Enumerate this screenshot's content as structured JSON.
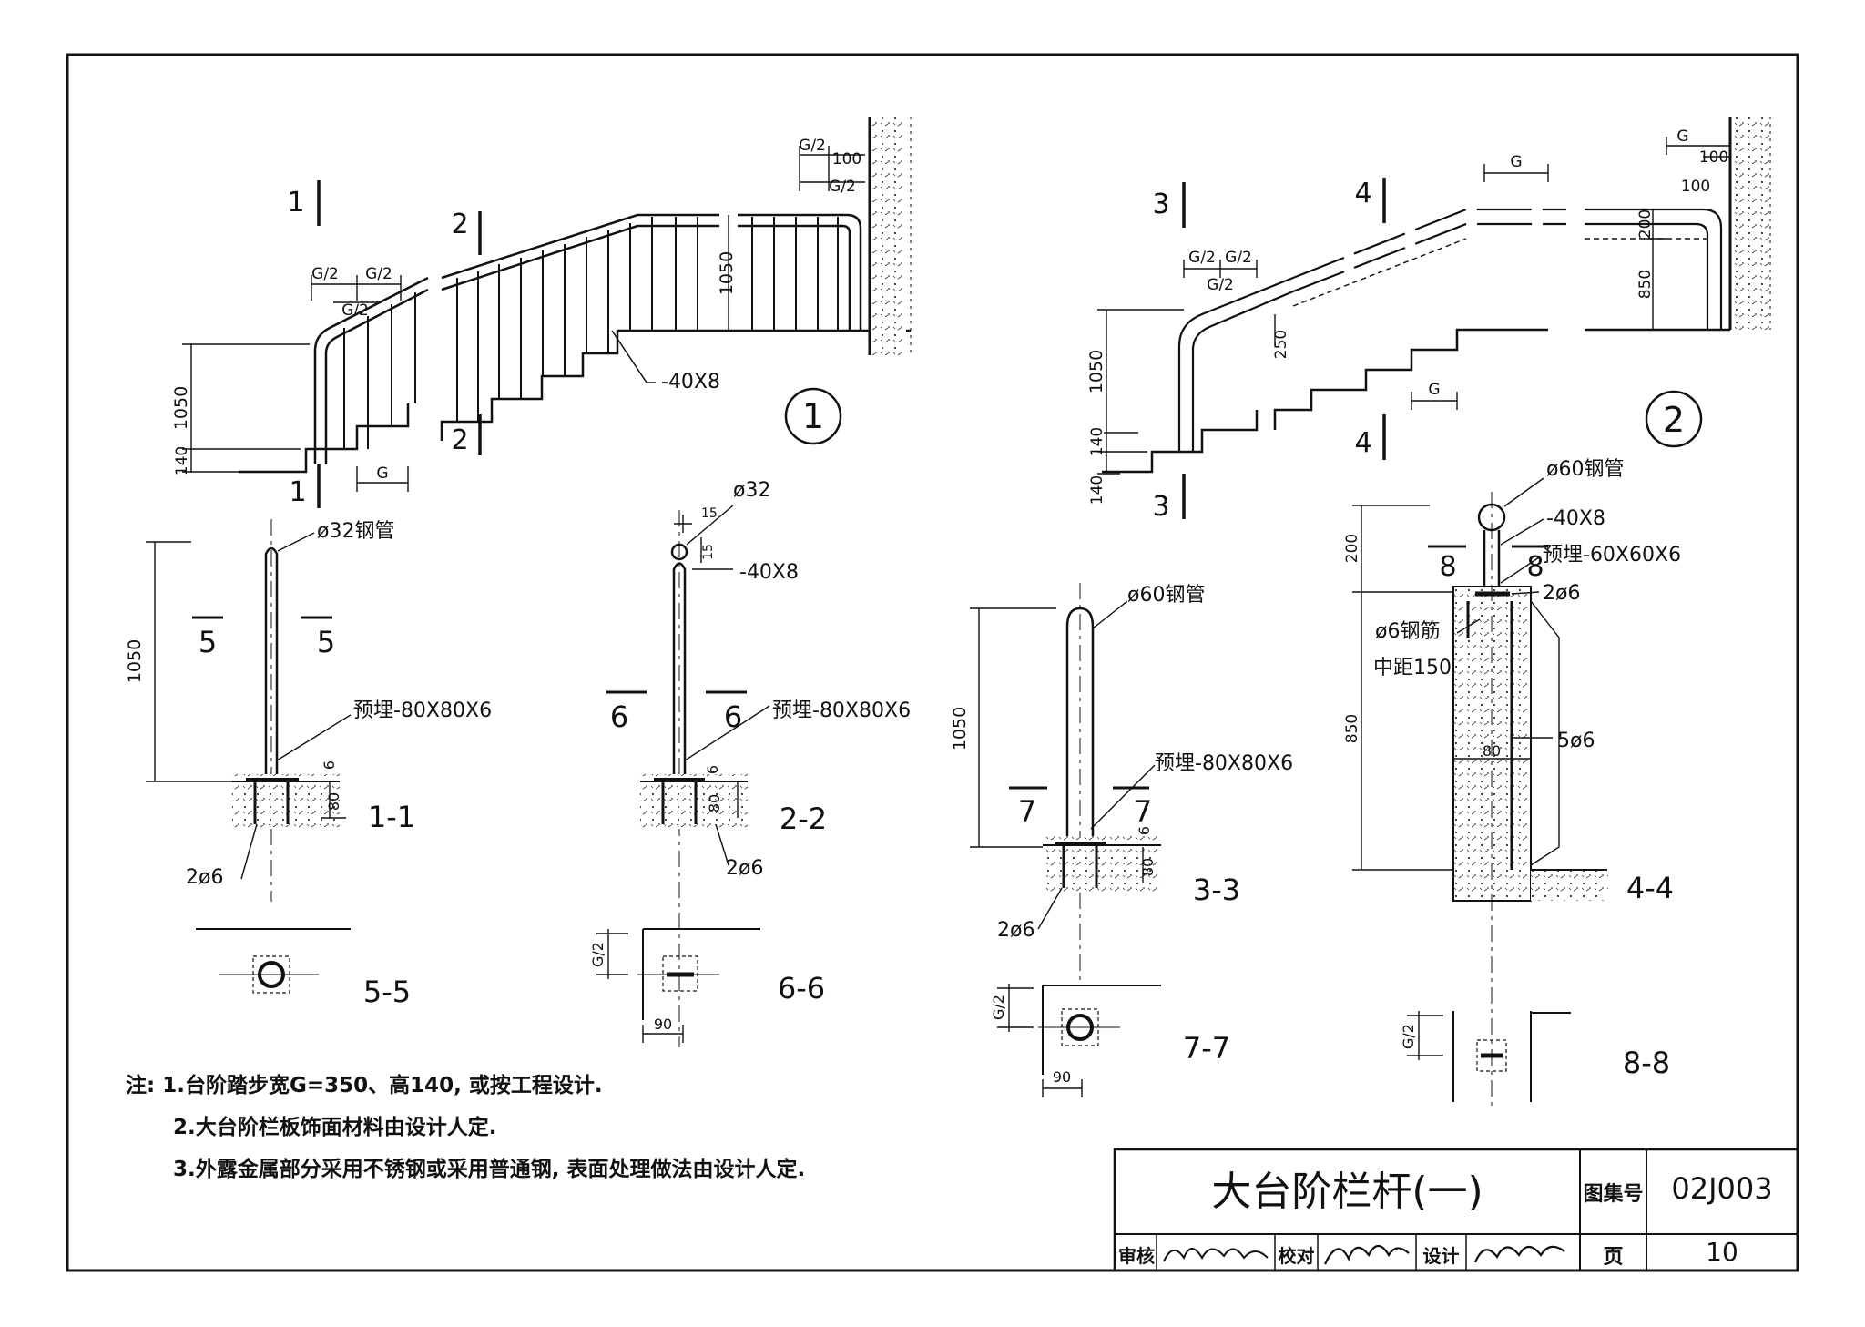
{
  "title_block": {
    "title": "大台阶栏杆(一)",
    "atlas_label": "图集号",
    "atlas_no": "02J003",
    "page_label": "页",
    "page_no": "10",
    "review_label": "审核",
    "check_label": "校对",
    "design_label": "设计"
  },
  "notes": {
    "prefix": "注:",
    "items": [
      "1.台阶踏步宽G=350、高140, 或按工程设计.",
      "2.大台阶栏板饰面材料由设计人定.",
      "3.外露金属部分采用不锈钢或采用普通钢, 表面处理做法由设计人定."
    ]
  },
  "detail_1": {
    "number": "1",
    "dims": {
      "d1050": "1050",
      "d140": "140",
      "dG": "G",
      "dG2": "G/2",
      "d100": "100"
    },
    "labels": {
      "flat_bar": "-40X8"
    },
    "sections": {
      "s1": "1",
      "s2": "2"
    }
  },
  "detail_2": {
    "number": "2",
    "dims": {
      "d1050": "1050",
      "d140": "140",
      "d250": "250",
      "d850": "850",
      "d200": "200",
      "d100": "100",
      "dG": "G",
      "dG2": "G/2"
    },
    "sections": {
      "s3": "3",
      "s4": "4"
    }
  },
  "sec_1_1": {
    "name": "1-1",
    "pipe": "ø32钢管",
    "embed": "预埋-80X80X6",
    "bars": "2ø6",
    "cut": "5",
    "d1050": "1050",
    "d6": "6",
    "d80": "80"
  },
  "sec_2_2": {
    "name": "2-2",
    "pipe": "ø32",
    "bar": "-40X8",
    "embed": "预埋-80X80X6",
    "bars": "2ø6",
    "cut": "6",
    "d15": "15",
    "d6": "6",
    "d80": "80"
  },
  "sec_3_3": {
    "name": "3-3",
    "pipe": "ø60钢管",
    "embed": "预埋-80X80X6",
    "bars": "2ø6",
    "cut": "7",
    "d1050": "1050",
    "d6": "6",
    "d80": "80"
  },
  "sec_4_4": {
    "name": "4-4",
    "pipe": "ø60钢管",
    "bar": "-40X8",
    "embed": "预埋-60X60X6",
    "bars": "2ø6",
    "rebar": "ø6钢筋",
    "spacing": "中距150",
    "stirrups": "5ø6",
    "cut": "8",
    "d200": "200",
    "d850": "850",
    "d80": "80"
  },
  "sec_5_5": {
    "name": "5-5"
  },
  "sec_6_6": {
    "name": "6-6",
    "dG2": "G/2",
    "d90": "90"
  },
  "sec_7_7": {
    "name": "7-7",
    "dG2": "G/2",
    "d90": "90"
  },
  "sec_8_8": {
    "name": "8-8",
    "dG2": "G/2"
  }
}
